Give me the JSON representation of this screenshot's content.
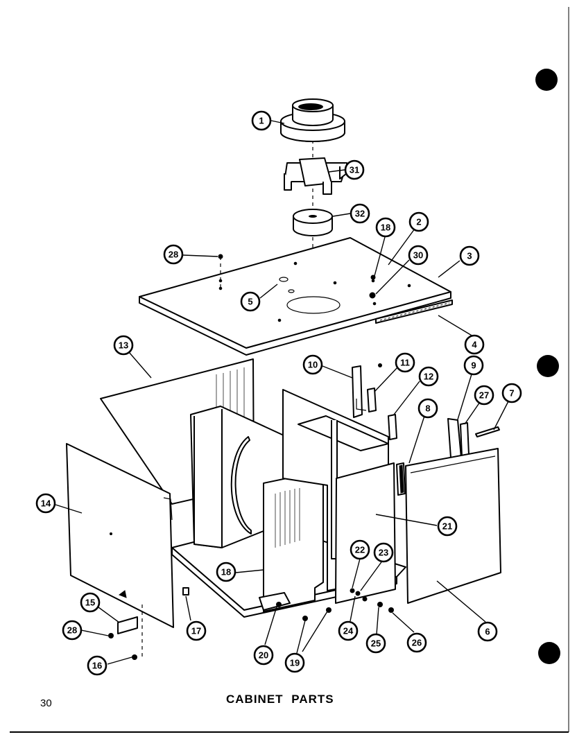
{
  "caption": "CABINET PARTS",
  "page_number": "30",
  "callouts": [
    {
      "id": "c1",
      "label": "1"
    },
    {
      "id": "c31",
      "label": "31"
    },
    {
      "id": "c32",
      "label": "32"
    },
    {
      "id": "c18a",
      "label": "18"
    },
    {
      "id": "c2",
      "label": "2"
    },
    {
      "id": "c3",
      "label": "3"
    },
    {
      "id": "c30",
      "label": "30"
    },
    {
      "id": "c28a",
      "label": "28"
    },
    {
      "id": "c5",
      "label": "5"
    },
    {
      "id": "c4",
      "label": "4"
    },
    {
      "id": "c13",
      "label": "13"
    },
    {
      "id": "c10",
      "label": "10"
    },
    {
      "id": "c11",
      "label": "11"
    },
    {
      "id": "c12",
      "label": "12"
    },
    {
      "id": "c9",
      "label": "9"
    },
    {
      "id": "c27",
      "label": "27"
    },
    {
      "id": "c7",
      "label": "7"
    },
    {
      "id": "c8",
      "label": "8"
    },
    {
      "id": "c14",
      "label": "14"
    },
    {
      "id": "c21",
      "label": "21"
    },
    {
      "id": "c22",
      "label": "22"
    },
    {
      "id": "c23",
      "label": "23"
    },
    {
      "id": "c18b",
      "label": "18"
    },
    {
      "id": "c15",
      "label": "15"
    },
    {
      "id": "c17",
      "label": "17"
    },
    {
      "id": "c28b",
      "label": "28"
    },
    {
      "id": "c16",
      "label": "16"
    },
    {
      "id": "c20",
      "label": "20"
    },
    {
      "id": "c19",
      "label": "19"
    },
    {
      "id": "c24",
      "label": "24"
    },
    {
      "id": "c25",
      "label": "25"
    },
    {
      "id": "c26",
      "label": "26"
    },
    {
      "id": "c6",
      "label": "6"
    }
  ]
}
